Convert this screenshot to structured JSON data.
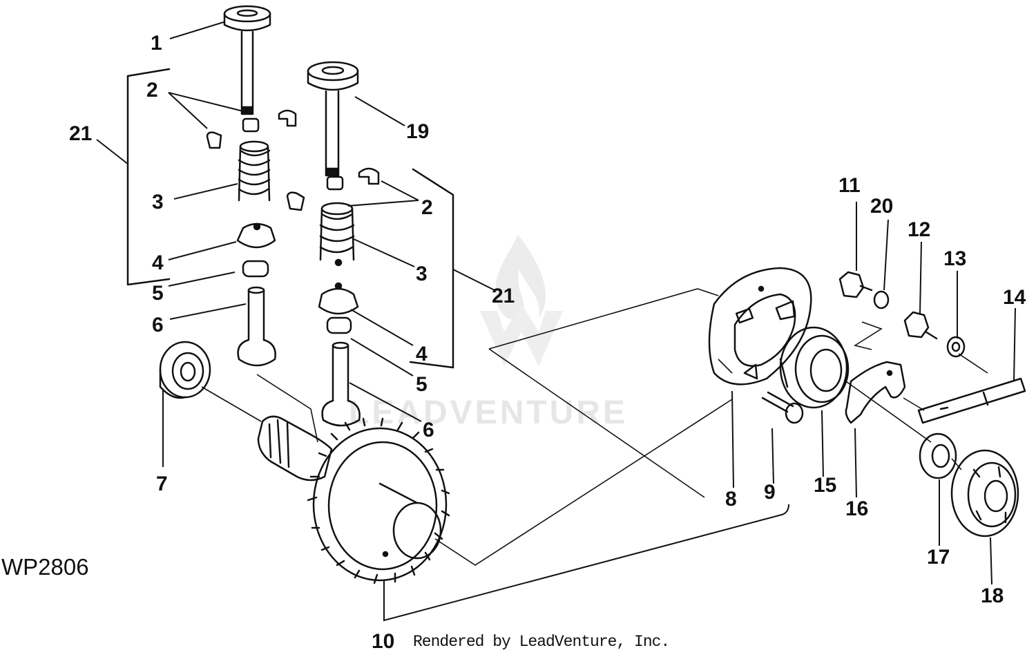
{
  "figure_code": "WP2806",
  "credit": "Rendered by LeadVenture, Inc.",
  "watermark": "LEADVENTURE",
  "callouts": {
    "c1": "1",
    "c2a": "2",
    "c2b": "2",
    "c3a": "3",
    "c3b": "3",
    "c4a": "4",
    "c4b": "4",
    "c5a": "5",
    "c5b": "5",
    "c6a": "6",
    "c6b": "6",
    "c7": "7",
    "c8": "8",
    "c9": "9",
    "c10": "10",
    "c11": "11",
    "c12": "12",
    "c13": "13",
    "c14": "14",
    "c15": "15",
    "c16": "16",
    "c17": "17",
    "c18": "18",
    "c19": "19",
    "c20": "20",
    "c21a": "21",
    "c21b": "21"
  }
}
